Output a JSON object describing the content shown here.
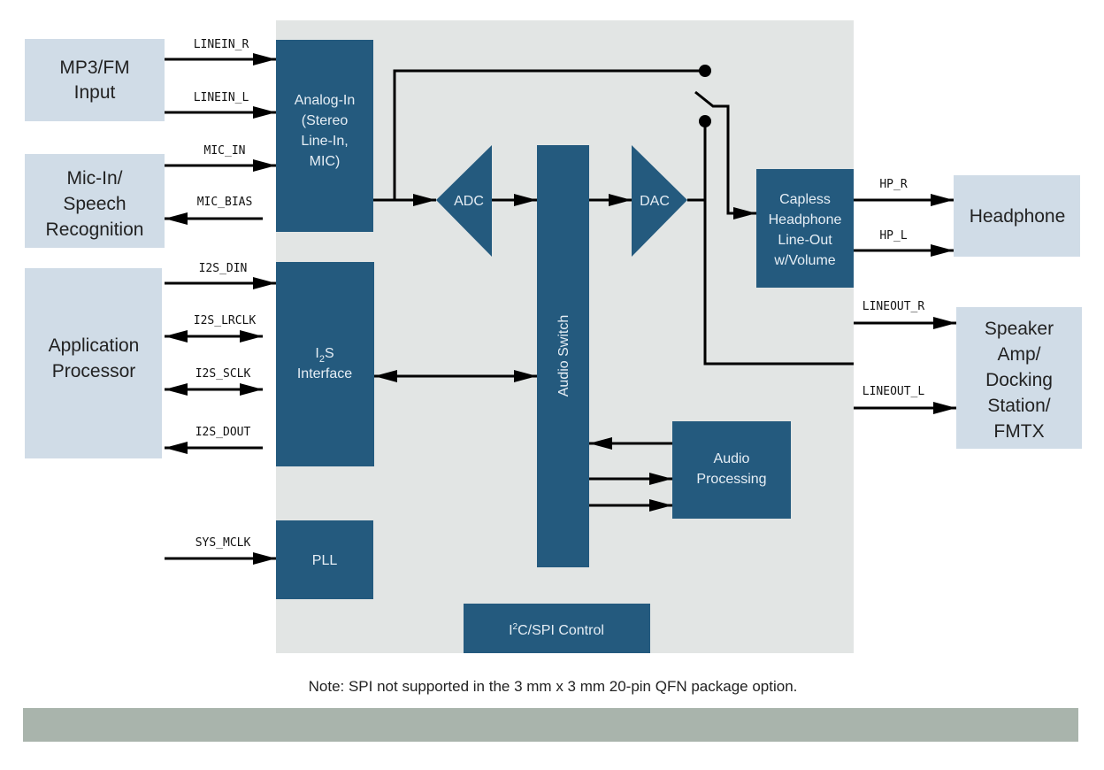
{
  "colors": {
    "internal_block": "#245a7e",
    "external_block": "#d0dce7",
    "chip_background": "#e2e5e4",
    "footer_bar": "#a9b4ac"
  },
  "external": {
    "mp3_fm": [
      "MP3/FM",
      "Input"
    ],
    "mic": [
      "Mic-In/",
      "Speech",
      "Recognition"
    ],
    "app_proc": [
      "Application",
      "Processor"
    ],
    "headphone": [
      "Headphone"
    ],
    "speaker": [
      "Speaker",
      "Amp/",
      "Docking",
      "Station/",
      "FMTX"
    ]
  },
  "blocks": {
    "analog_in": [
      "Analog-In",
      "(Stereo",
      "Line-In,",
      "MIC)"
    ],
    "i2s": [
      "I",
      "2",
      "S",
      "Interface"
    ],
    "pll": "PLL",
    "adc": "ADC",
    "dac": "DAC",
    "audio_switch": "Audio Switch",
    "capless": [
      "Capless",
      "Headphone",
      "Line-Out",
      "w/Volume"
    ],
    "audio_processing": [
      "Audio",
      "Processing"
    ],
    "i2c_spi": [
      "I",
      "2",
      "C/SPI Control"
    ]
  },
  "signals": {
    "linein_r": "LINEIN_R",
    "linein_l": "LINEIN_L",
    "mic_in": "MIC_IN",
    "mic_bias": "MIC_BIAS",
    "i2s_din": "I2S_DIN",
    "i2s_lrclk": "I2S_LRCLK",
    "i2s_sclk": "I2S_SCLK",
    "i2s_dout": "I2S_DOUT",
    "sys_mclk": "SYS_MCLK",
    "hp_r": "HP_R",
    "hp_l": "HP_L",
    "lineout_r": "LINEOUT_R",
    "lineout_l": "LINEOUT_L"
  },
  "note": "Note: SPI not supported in the 3 mm x 3 mm 20-pin QFN package option."
}
